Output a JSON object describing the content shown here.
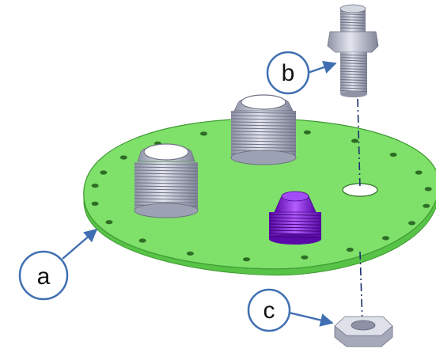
{
  "colors": {
    "plate": "#7fe06a",
    "plate_edge": "#3f9a33",
    "plate_side": "#58c447",
    "fitting": "#b9bccb",
    "fitting_dark": "#7a7e90",
    "plug": "#8a26e0",
    "plug_dark": "#5a0aa8",
    "callout_stroke": "#3f6fb2",
    "axis_line": "#1b2f6e"
  },
  "callouts": {
    "a": "a",
    "b": "b",
    "c": "c"
  }
}
